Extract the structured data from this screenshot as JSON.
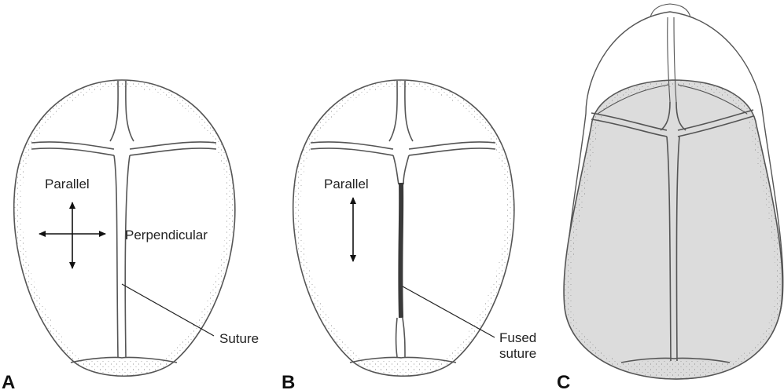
{
  "panels": {
    "a": {
      "letter": "A",
      "parallel_label": "Parallel",
      "perpendicular_label": "Perpendicular",
      "suture_label": "Suture"
    },
    "b": {
      "letter": "B",
      "parallel_label": "Parallel",
      "fused_label_line1": "Fused",
      "fused_label_line2": "suture"
    },
    "c": {
      "letter": "C"
    }
  },
  "colors": {
    "outline": "#555555",
    "fused_suture": "#3a3a3a",
    "shaded_skull": "#dcdcdc"
  }
}
